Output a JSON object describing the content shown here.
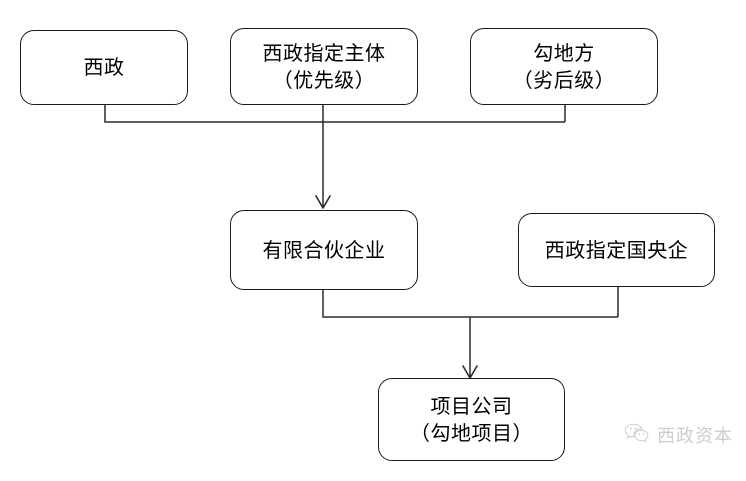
{
  "diagram": {
    "type": "flowchart",
    "title": "",
    "background_color": "#ffffff",
    "line_color": "#2b2b2b",
    "node_border_color": "#1a1a1a",
    "text_color": "#000000",
    "nodes": [
      {
        "id": "n1",
        "line1": "西政",
        "line2": ""
      },
      {
        "id": "n2",
        "line1": "西政指定主体",
        "line2": "（优先级）"
      },
      {
        "id": "n3",
        "line1": "勾地方",
        "line2": "（劣后级）"
      },
      {
        "id": "n4",
        "line1": "有限合伙企业",
        "line2": ""
      },
      {
        "id": "n5",
        "line1": "西政指定国央企",
        "line2": ""
      },
      {
        "id": "n6",
        "line1": "项目公司",
        "line2": "（勾地项目）"
      }
    ],
    "edges": [
      {
        "from": "n1",
        "to": "n4",
        "arrow": true
      },
      {
        "from": "n2",
        "to": "n4",
        "arrow": true
      },
      {
        "from": "n3",
        "to": "n4",
        "arrow": true
      },
      {
        "from": "n4",
        "to": "n6",
        "arrow": true
      },
      {
        "from": "n5",
        "to": "n6",
        "arrow": true
      }
    ]
  },
  "watermark": {
    "text": "西政资本",
    "icon": "wechat-icon",
    "color": "#8a8a8a"
  }
}
